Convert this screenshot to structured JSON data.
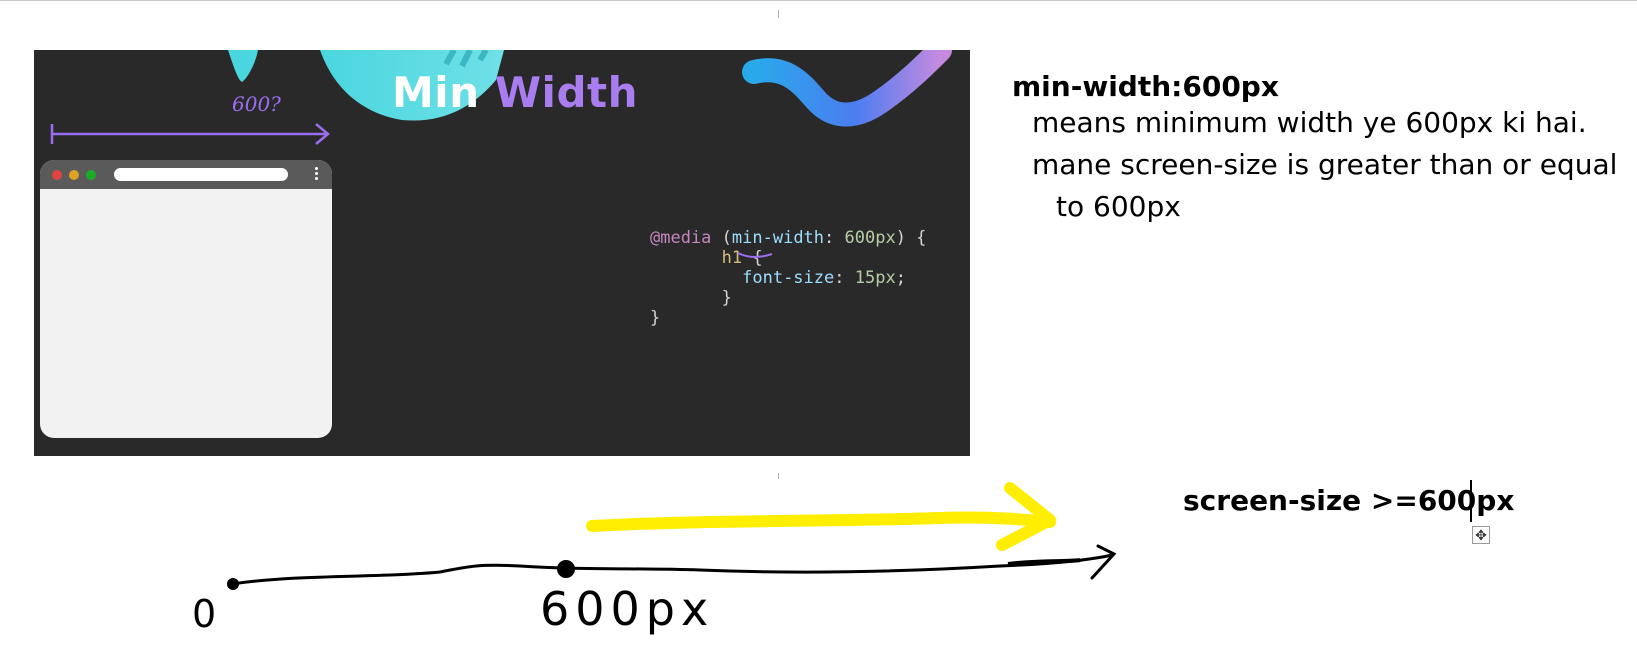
{
  "slide": {
    "title_part1": "Min",
    "title_part2": "Width",
    "handwritten_width": "600?",
    "code_lines": {
      "l1_kw": "@media",
      "l1_open": " (",
      "l1_prop": "min-width",
      "l1_colon": ": ",
      "l1_val": "600px",
      "l1_close": ") {",
      "l2_sel": "h1",
      "l2_brace": " {",
      "l3_prop": "font-size",
      "l3_colon": ": ",
      "l3_val": "15px",
      "l3_semi": ";",
      "l4": "}",
      "l5": "}"
    },
    "colors": {
      "background": "#292929",
      "accent_purple": "#a97df0",
      "accent_cyan": "#4dd3e0"
    }
  },
  "notes": {
    "title": "min-width:600px",
    "line1": "means minimum width ye 600px ki hai.",
    "line2": "mane screen-size is greater than or equal",
    "line3": "to 600px"
  },
  "drawing": {
    "label_zero": "0",
    "label_600": "600px",
    "arrow_color": "#ffee00"
  },
  "summary": "screen-size >=600px"
}
